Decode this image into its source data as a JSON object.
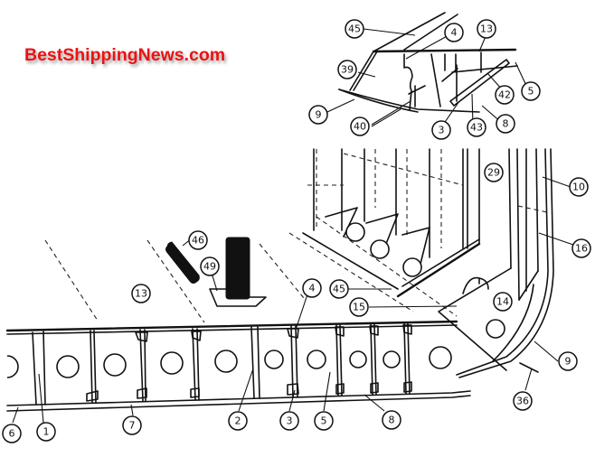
{
  "watermark": {
    "text": "BestShippingNews.com",
    "color": "#ee1111"
  },
  "diagram": {
    "subject": "Ship double bottom and bilge structure (isometric line drawing)",
    "callouts": {
      "c45_top": "45",
      "c4_top": "4",
      "c13_top": "13",
      "c39": "39",
      "c9_top": "9",
      "c40": "40",
      "c3_top": "3",
      "c43": "43",
      "c42": "42",
      "c5_top": "5",
      "c8_top": "8",
      "c29": "29",
      "c10": "10",
      "c16": "16",
      "c46": "46",
      "c49": "49",
      "c13_mid": "13",
      "c4_mid": "4",
      "c45_mid": "45",
      "c15": "15",
      "c14": "14",
      "c9_right": "9",
      "c36": "36",
      "c6": "6",
      "c1": "1",
      "c7": "7",
      "c2": "2",
      "c3_bot": "3",
      "c5_bot": "5",
      "c8_bot": "8"
    }
  }
}
